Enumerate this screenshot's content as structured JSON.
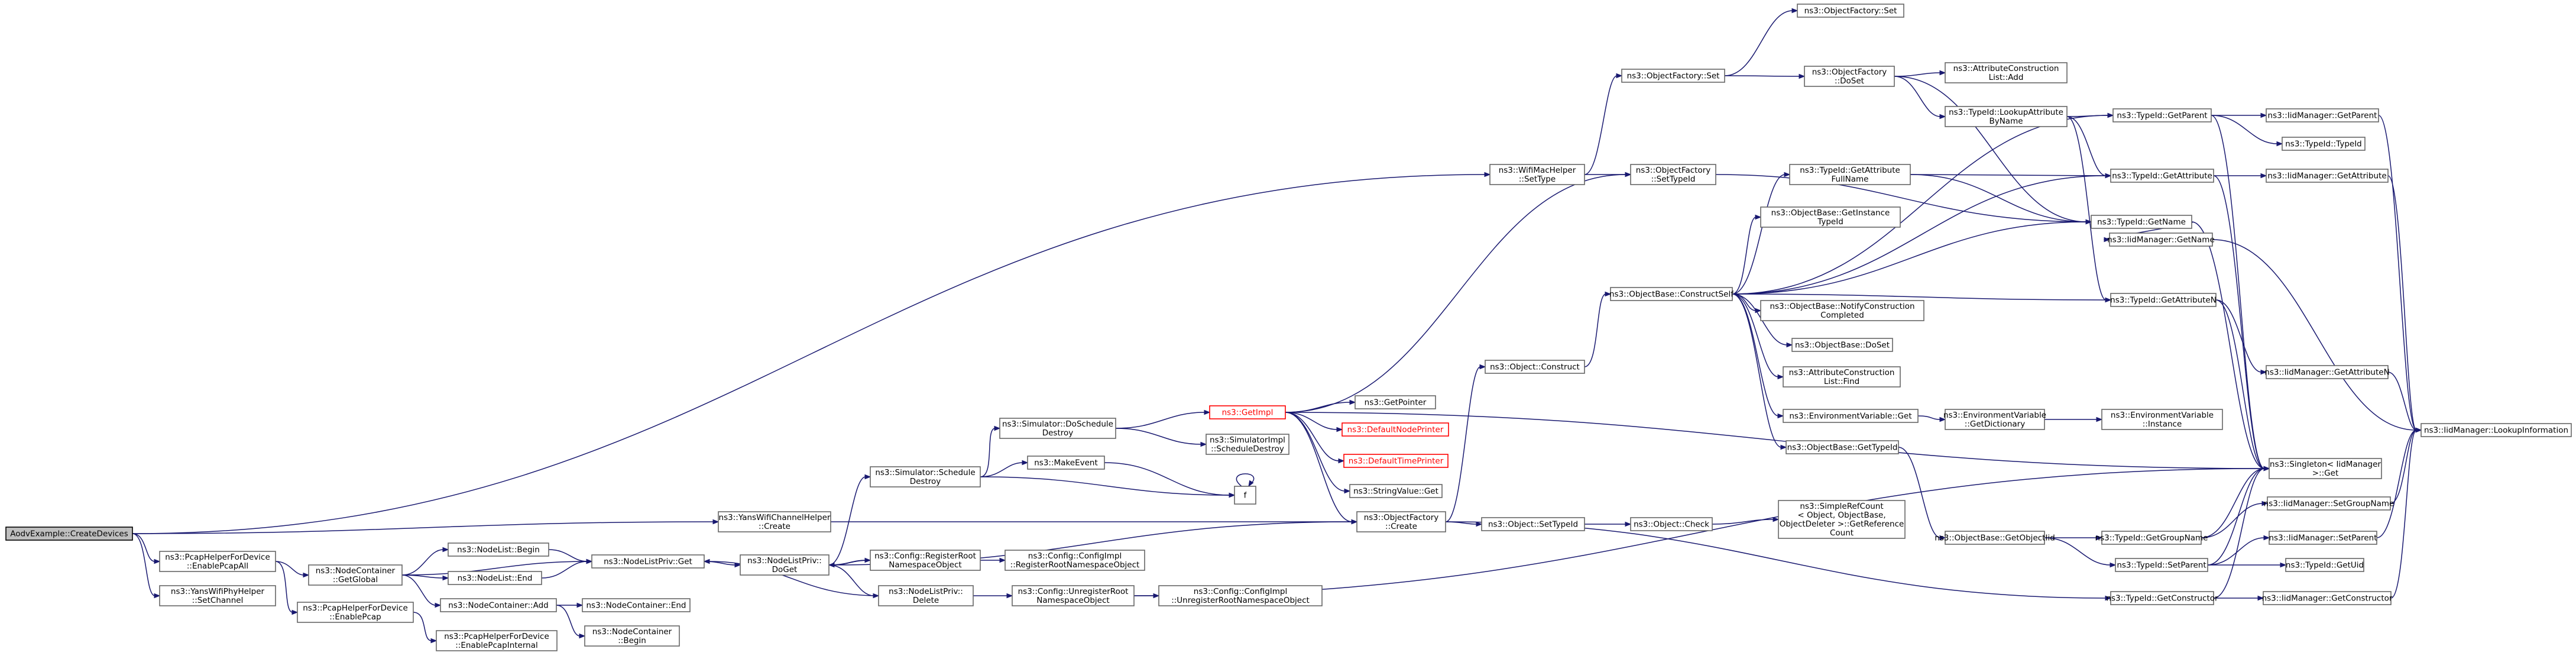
{
  "colors": {
    "edge": "#191970",
    "node_border": "#666666",
    "root_fill": "#bfbfbf",
    "red_node": "#ff0000",
    "background": "#ffffff"
  },
  "nodes": [
    {
      "id": "n0",
      "lines": [
        "AodvExample::CreateDevices"
      ],
      "style": "root"
    },
    {
      "id": "n1",
      "lines": [
        "ns3::PcapHelperForDevice",
        "::EnablePcapAll"
      ]
    },
    {
      "id": "n2",
      "lines": [
        "ns3::YansWifiPhyHelper",
        "::SetChannel"
      ]
    },
    {
      "id": "n3",
      "lines": [
        "ns3::NodeContainer",
        "::GetGlobal"
      ]
    },
    {
      "id": "n4",
      "lines": [
        "ns3::PcapHelperForDevice",
        "::EnablePcap"
      ]
    },
    {
      "id": "n5",
      "lines": [
        "ns3::NodeList::Begin"
      ]
    },
    {
      "id": "n6",
      "lines": [
        "ns3::NodeList::End"
      ]
    },
    {
      "id": "n7",
      "lines": [
        "ns3::NodeContainer::Add"
      ]
    },
    {
      "id": "n8",
      "lines": [
        "ns3::PcapHelperForDevice",
        "::EnablePcapInternal"
      ]
    },
    {
      "id": "n9",
      "lines": [
        "ns3::NodeListPriv::Get"
      ]
    },
    {
      "id": "n10",
      "lines": [
        "ns3::NodeContainer::End"
      ]
    },
    {
      "id": "n11",
      "lines": [
        "ns3::NodeContainer",
        "::Begin"
      ]
    },
    {
      "id": "n12",
      "lines": [
        "ns3::NodeListPriv::",
        "DoGet"
      ]
    },
    {
      "id": "n13",
      "lines": [
        "ns3::YansWifiChannelHelper",
        "::Create"
      ]
    },
    {
      "id": "n14",
      "lines": [
        "ns3::WifiMacHelper",
        "::SetType"
      ]
    },
    {
      "id": "n15",
      "lines": [
        "ns3::Config::RegisterRoot",
        "NamespaceObject"
      ]
    },
    {
      "id": "n16",
      "lines": [
        "ns3::NodeListPriv::",
        "Delete"
      ]
    },
    {
      "id": "n17",
      "lines": [
        "ns3::Simulator::Schedule",
        "Destroy"
      ]
    },
    {
      "id": "n18",
      "lines": [
        "ns3::Config::ConfigImpl",
        "::RegisterRootNamespaceObject"
      ]
    },
    {
      "id": "n19",
      "lines": [
        "ns3::Config::UnregisterRoot",
        "NamespaceObject"
      ]
    },
    {
      "id": "n20",
      "lines": [
        "ns3::Simulator::DoSchedule",
        "Destroy"
      ]
    },
    {
      "id": "n21",
      "lines": [
        "ns3::MakeEvent"
      ]
    },
    {
      "id": "n22",
      "lines": [
        "ns3::Config::ConfigImpl",
        "::UnregisterRootNamespaceObject"
      ]
    },
    {
      "id": "n23",
      "lines": [
        "ns3::GetImpl"
      ],
      "style": "red"
    },
    {
      "id": "n24",
      "lines": [
        "ns3::SimulatorImpl",
        "::ScheduleDestroy"
      ]
    },
    {
      "id": "n25",
      "lines": [
        "f"
      ]
    },
    {
      "id": "n26",
      "lines": [
        "ns3::GetPointer"
      ]
    },
    {
      "id": "n27",
      "lines": [
        "ns3::DefaultNodePrinter"
      ],
      "style": "red"
    },
    {
      "id": "n28",
      "lines": [
        "ns3::DefaultTimePrinter"
      ],
      "style": "red"
    },
    {
      "id": "n29",
      "lines": [
        "ns3::StringValue::Get"
      ]
    },
    {
      "id": "n30",
      "lines": [
        "ns3::ObjectFactory",
        "::Create"
      ]
    },
    {
      "id": "n31",
      "lines": [
        "ns3::Object::Construct"
      ]
    },
    {
      "id": "n32",
      "lines": [
        "ns3::Object::SetTypeId"
      ]
    },
    {
      "id": "n33",
      "lines": [
        "ns3::ObjectFactory::Set"
      ]
    },
    {
      "id": "n34",
      "lines": [
        "ns3::ObjectFactory",
        "::SetTypeId"
      ]
    },
    {
      "id": "n35",
      "lines": [
        "ns3::ObjectBase::ConstructSelf"
      ]
    },
    {
      "id": "n36",
      "lines": [
        "ns3::Object::Check"
      ]
    },
    {
      "id": "n37",
      "lines": [
        "ns3::ObjectFactory::Set"
      ]
    },
    {
      "id": "n38",
      "lines": [
        "ns3::ObjectFactory",
        "::DoSet"
      ]
    },
    {
      "id": "n39",
      "lines": [
        "ns3::TypeId::GetAttribute",
        "FullName"
      ]
    },
    {
      "id": "n40",
      "lines": [
        "ns3::ObjectBase::GetInstance",
        "TypeId"
      ]
    },
    {
      "id": "n41",
      "lines": [
        "ns3::ObjectBase::NotifyConstruction",
        "Completed"
      ]
    },
    {
      "id": "n42",
      "lines": [
        "ns3::ObjectBase::DoSet"
      ]
    },
    {
      "id": "n43",
      "lines": [
        "ns3::AttributeConstruction",
        "List::Find"
      ]
    },
    {
      "id": "n44",
      "lines": [
        "ns3::EnvironmentVariable::Get"
      ]
    },
    {
      "id": "n45",
      "lines": [
        "ns3::ObjectBase::GetTypeId"
      ]
    },
    {
      "id": "n46",
      "lines": [
        "ns3::SimpleRefCount",
        "< Object, ObjectBase,",
        "ObjectDeleter >::GetReference",
        "Count"
      ]
    },
    {
      "id": "n47",
      "lines": [
        "ns3::AttributeConstruction",
        "List::Add"
      ]
    },
    {
      "id": "n48",
      "lines": [
        "ns3::TypeId::LookupAttribute",
        "ByName"
      ]
    },
    {
      "id": "n49",
      "lines": [
        "ns3::TypeId::GetName"
      ]
    },
    {
      "id": "n50",
      "lines": [
        "ns3::EnvironmentVariable",
        "::GetDictionary"
      ]
    },
    {
      "id": "n51",
      "lines": [
        "ns3::ObjectBase::GetObjectIid"
      ]
    },
    {
      "id": "n52",
      "lines": [
        "ns3::TypeId::GetParent"
      ]
    },
    {
      "id": "n53",
      "lines": [
        "ns3::TypeId::GetAttribute"
      ]
    },
    {
      "id": "n54",
      "lines": [
        "ns3::IidManager::GetName"
      ]
    },
    {
      "id": "n55",
      "lines": [
        "ns3::TypeId::GetAttributeN"
      ]
    },
    {
      "id": "n56",
      "lines": [
        "ns3::EnvironmentVariable",
        "::Instance"
      ]
    },
    {
      "id": "n57",
      "lines": [
        "ns3::TypeId::GetGroupName"
      ]
    },
    {
      "id": "n58",
      "lines": [
        "ns3::TypeId::SetParent"
      ]
    },
    {
      "id": "n59",
      "lines": [
        "ns3::TypeId::GetConstructor"
      ]
    },
    {
      "id": "n60",
      "lines": [
        "ns3::IidManager::GetParent"
      ]
    },
    {
      "id": "n61",
      "lines": [
        "ns3::TypeId::TypeId"
      ]
    },
    {
      "id": "n62",
      "lines": [
        "ns3::IidManager::GetAttribute"
      ]
    },
    {
      "id": "n63",
      "lines": [
        "ns3::Singleton< IidManager",
        ">::Get"
      ]
    },
    {
      "id": "n64",
      "lines": [
        "ns3::IidManager::GetAttributeN"
      ]
    },
    {
      "id": "n65",
      "lines": [
        "ns3::IidManager::SetGroupName"
      ]
    },
    {
      "id": "n66",
      "lines": [
        "ns3::IidManager::SetParent"
      ]
    },
    {
      "id": "n67",
      "lines": [
        "ns3::TypeId::GetUid"
      ]
    },
    {
      "id": "n68",
      "lines": [
        "ns3::IidManager::GetConstructor"
      ]
    },
    {
      "id": "n69",
      "lines": [
        "ns3::IidManager::LookupInformation"
      ]
    }
  ],
  "edges": [
    [
      "n0",
      "n1"
    ],
    [
      "n0",
      "n2"
    ],
    [
      "n0",
      "n13"
    ],
    [
      "n0",
      "n14"
    ],
    [
      "n1",
      "n3"
    ],
    [
      "n1",
      "n4"
    ],
    [
      "n3",
      "n5"
    ],
    [
      "n3",
      "n6"
    ],
    [
      "n3",
      "n7"
    ],
    [
      "n3",
      "n9"
    ],
    [
      "n4",
      "n8"
    ],
    [
      "n5",
      "n9"
    ],
    [
      "n6",
      "n9"
    ],
    [
      "n7",
      "n10"
    ],
    [
      "n7",
      "n11"
    ],
    [
      "n9",
      "n12"
    ],
    [
      "n12",
      "n15"
    ],
    [
      "n12",
      "n16"
    ],
    [
      "n12",
      "n17"
    ],
    [
      "n12",
      "n30"
    ],
    [
      "n13",
      "n30"
    ],
    [
      "n14",
      "n33"
    ],
    [
      "n14",
      "n34"
    ],
    [
      "n15",
      "n18"
    ],
    [
      "n15",
      "n12"
    ],
    [
      "n16",
      "n19"
    ],
    [
      "n16",
      "n9"
    ],
    [
      "n17",
      "n20"
    ],
    [
      "n17",
      "n21"
    ],
    [
      "n17",
      "n25"
    ],
    [
      "n19",
      "n22"
    ],
    [
      "n19",
      "n63"
    ],
    [
      "n20",
      "n23"
    ],
    [
      "n20",
      "n24"
    ],
    [
      "n21",
      "n25"
    ],
    [
      "n25",
      "n25"
    ],
    [
      "n23",
      "n26"
    ],
    [
      "n23",
      "n27"
    ],
    [
      "n23",
      "n28"
    ],
    [
      "n23",
      "n29"
    ],
    [
      "n23",
      "n30"
    ],
    [
      "n23",
      "n34"
    ],
    [
      "n23",
      "n63"
    ],
    [
      "n30",
      "n31"
    ],
    [
      "n30",
      "n32"
    ],
    [
      "n30",
      "n59"
    ],
    [
      "n31",
      "n35"
    ],
    [
      "n32",
      "n36"
    ],
    [
      "n33",
      "n37"
    ],
    [
      "n33",
      "n38"
    ],
    [
      "n34",
      "n49"
    ],
    [
      "n35",
      "n39"
    ],
    [
      "n35",
      "n40"
    ],
    [
      "n35",
      "n41"
    ],
    [
      "n35",
      "n42"
    ],
    [
      "n35",
      "n43"
    ],
    [
      "n35",
      "n44"
    ],
    [
      "n35",
      "n45"
    ],
    [
      "n35",
      "n49"
    ],
    [
      "n35",
      "n52"
    ],
    [
      "n35",
      "n53"
    ],
    [
      "n35",
      "n55"
    ],
    [
      "n36",
      "n46"
    ],
    [
      "n38",
      "n47"
    ],
    [
      "n38",
      "n48"
    ],
    [
      "n38",
      "n49"
    ],
    [
      "n39",
      "n49"
    ],
    [
      "n39",
      "n53"
    ],
    [
      "n44",
      "n50"
    ],
    [
      "n45",
      "n51"
    ],
    [
      "n48",
      "n52"
    ],
    [
      "n48",
      "n53"
    ],
    [
      "n48",
      "n55"
    ],
    [
      "n49",
      "n54"
    ],
    [
      "n49",
      "n63"
    ],
    [
      "n50",
      "n56"
    ],
    [
      "n51",
      "n57"
    ],
    [
      "n51",
      "n58"
    ],
    [
      "n52",
      "n60"
    ],
    [
      "n52",
      "n61"
    ],
    [
      "n52",
      "n63"
    ],
    [
      "n53",
      "n62"
    ],
    [
      "n53",
      "n63"
    ],
    [
      "n54",
      "n69"
    ],
    [
      "n55",
      "n64"
    ],
    [
      "n55",
      "n63"
    ],
    [
      "n57",
      "n65"
    ],
    [
      "n57",
      "n63"
    ],
    [
      "n58",
      "n66"
    ],
    [
      "n58",
      "n67"
    ],
    [
      "n58",
      "n63"
    ],
    [
      "n59",
      "n68"
    ],
    [
      "n59",
      "n63"
    ],
    [
      "n60",
      "n69"
    ],
    [
      "n62",
      "n69"
    ],
    [
      "n64",
      "n69"
    ],
    [
      "n65",
      "n69"
    ],
    [
      "n66",
      "n69"
    ],
    [
      "n68",
      "n69"
    ]
  ]
}
